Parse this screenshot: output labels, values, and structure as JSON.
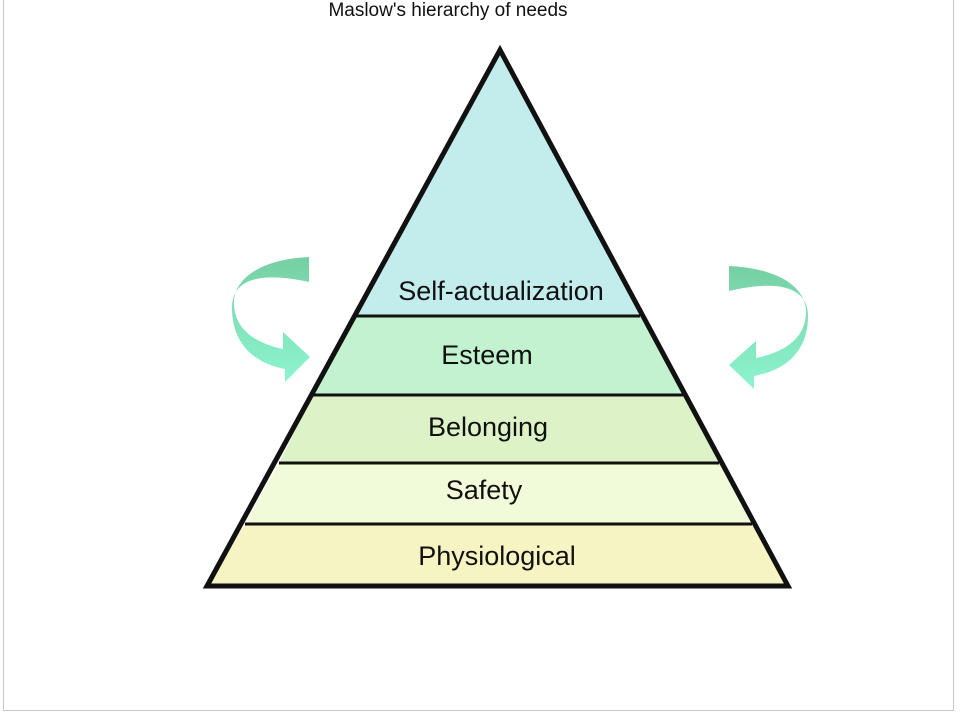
{
  "title": "Maslow's hierarchy of needs",
  "levels": [
    {
      "label": "Self-actualization",
      "color": "#c3ecec"
    },
    {
      "label": "Esteem",
      "color": "#c2f2d0"
    },
    {
      "label": "Belonging",
      "color": "#def2c8"
    },
    {
      "label": "Safety",
      "color": "#f1fbd9"
    },
    {
      "label": "Physiological",
      "color": "#f7f4c3"
    }
  ],
  "arrow_colors": {
    "dark": "#76cfa3",
    "light": "#8cf5cf"
  }
}
